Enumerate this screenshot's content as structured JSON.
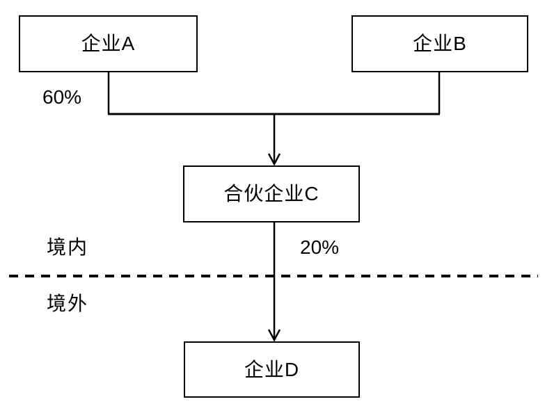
{
  "diagram": {
    "title": "partnership-ownership-structure",
    "nodes": [
      {
        "id": "company-a",
        "label": "企业A"
      },
      {
        "id": "company-b",
        "label": "企业B"
      },
      {
        "id": "partnership-c",
        "label": "合伙企业C"
      },
      {
        "id": "company-d",
        "label": "企业D"
      }
    ],
    "edges": [
      {
        "from": "company-a",
        "to": "partnership-c",
        "label": "60%"
      },
      {
        "from": "company-b",
        "to": "partnership-c",
        "label": ""
      },
      {
        "from": "partnership-c",
        "to": "company-d",
        "label": "20%"
      }
    ],
    "edge_labels": {
      "a_to_c": "60%",
      "c_to_d": "20%"
    },
    "regions": {
      "onshore": "境内",
      "offshore": "境外"
    },
    "colors": {
      "line": "#000000",
      "box_border": "#000000",
      "background": "#ffffff"
    }
  }
}
